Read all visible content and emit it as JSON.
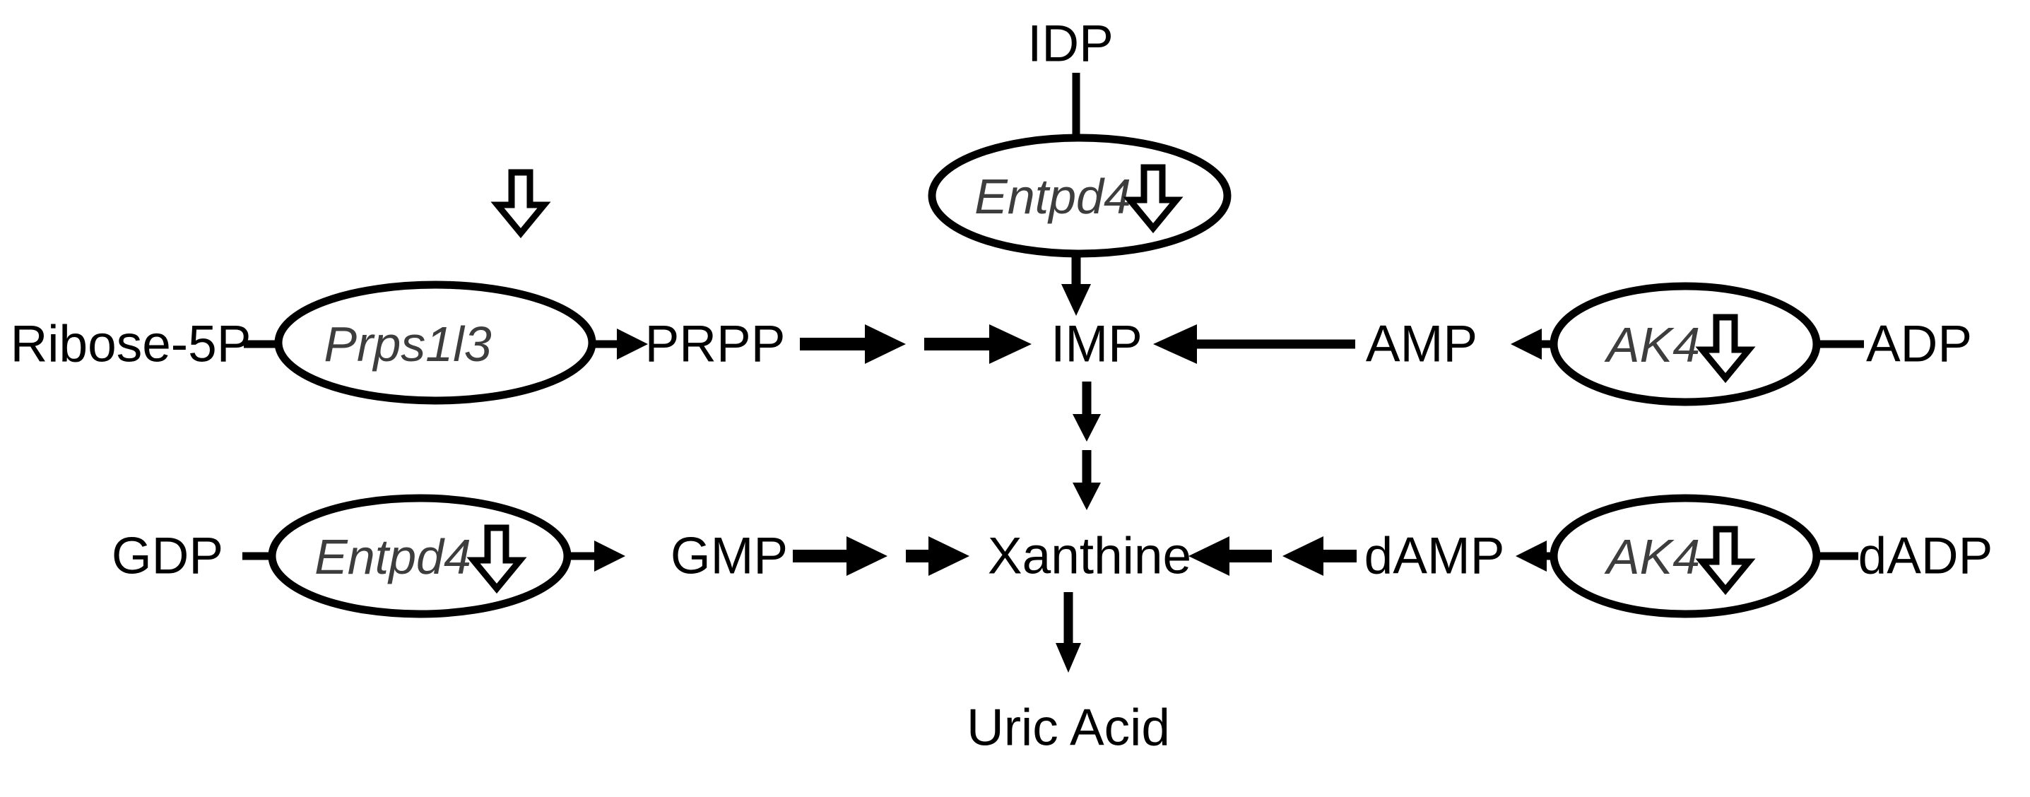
{
  "diagram": {
    "type": "pathway-diagram",
    "background_color": "#ffffff",
    "line_color": "#000000",
    "enzyme_text_color": "#3d3d3d",
    "metabolites": {
      "idp": "IDP",
      "ribose5p": "Ribose-5P",
      "prpp": "PRPP",
      "imp": "IMP",
      "amp": "AMP",
      "adp": "ADP",
      "gdp": "GDP",
      "gmp": "GMP",
      "xanthine": "Xanthine",
      "damp": "dAMP",
      "dadp": "dADP",
      "uric_acid": "Uric Acid"
    },
    "enzymes": {
      "entpd4_top": {
        "label": "Entpd4",
        "regulation": "down"
      },
      "prps1l3": {
        "label": "Prps1l3",
        "regulation": "down"
      },
      "ak4_top": {
        "label": "AK4",
        "regulation": "down"
      },
      "entpd4_left": {
        "label": "Entpd4",
        "regulation": "down"
      },
      "ak4_bottom": {
        "label": "AK4",
        "regulation": "down"
      }
    },
    "edges": [
      {
        "from": "IDP",
        "via": "Entpd4",
        "to": "IMP",
        "style": "single-arrow"
      },
      {
        "from": "Ribose-5P",
        "via": "Prps1l3",
        "to": "PRPP",
        "style": "single-arrow"
      },
      {
        "from": "PRPP",
        "to": "IMP",
        "style": "multi-step-chained-arrows"
      },
      {
        "from": "AMP",
        "to": "IMP",
        "style": "single-arrow"
      },
      {
        "from": "ADP",
        "via": "AK4",
        "to": "AMP",
        "style": "single-arrow"
      },
      {
        "from": "IMP",
        "to": "Xanthine",
        "style": "multi-step-chained-arrows"
      },
      {
        "from": "GDP",
        "via": "Entpd4",
        "to": "GMP",
        "style": "single-arrow"
      },
      {
        "from": "GMP",
        "to": "Xanthine",
        "style": "multi-step-chained-arrows"
      },
      {
        "from": "dAMP",
        "to": "Xanthine",
        "style": "multi-step-chained-arrows"
      },
      {
        "from": "dADP",
        "via": "AK4",
        "to": "dAMP",
        "style": "single-arrow"
      },
      {
        "from": "Xanthine",
        "to": "Uric Acid",
        "style": "single-arrow"
      }
    ]
  }
}
